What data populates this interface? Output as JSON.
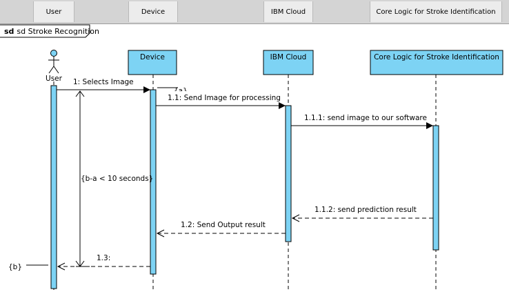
{
  "header": {
    "columns": [
      {
        "label": "User"
      },
      {
        "label": "Device"
      },
      {
        "label": "IBM Cloud"
      },
      {
        "label": "Core Logic for Stroke Identification"
      }
    ]
  },
  "frame": {
    "keyword": "sd",
    "title": "sd Stroke Recognition"
  },
  "lifelines": [
    {
      "id": "user",
      "label": "User",
      "kind": "actor"
    },
    {
      "id": "device",
      "label": "Device",
      "kind": "object"
    },
    {
      "id": "ibm-cloud",
      "label": "IBM Cloud",
      "kind": "object"
    },
    {
      "id": "core-logic",
      "label": "Core Logic for Stroke Identification",
      "kind": "object"
    }
  ],
  "messages": [
    {
      "label": "1: Selects Image",
      "from": "user",
      "to": "device",
      "style": "sync"
    },
    {
      "label": "1.1: Send Image for processing",
      "from": "device",
      "to": "ibm-cloud",
      "style": "sync"
    },
    {
      "label": "1.1.1: send image to our software",
      "from": "ibm-cloud",
      "to": "core-logic",
      "style": "sync"
    },
    {
      "label": "1.1.2: send prediction result",
      "from": "core-logic",
      "to": "ibm-cloud",
      "style": "return"
    },
    {
      "label": "1.2: Send Output result",
      "from": "ibm-cloud",
      "to": "device",
      "style": "return"
    },
    {
      "label": "1.3:",
      "from": "device",
      "to": "user",
      "style": "return"
    }
  ],
  "timing": {
    "constraint": "{b-a < 10 seconds}",
    "mark_a": "{a}",
    "mark_b": "{b}"
  },
  "colors": {
    "lifeline_fill": "#7dd3f4",
    "lifeline_stroke": "#000000",
    "header_bg": "#d4d4d4"
  }
}
